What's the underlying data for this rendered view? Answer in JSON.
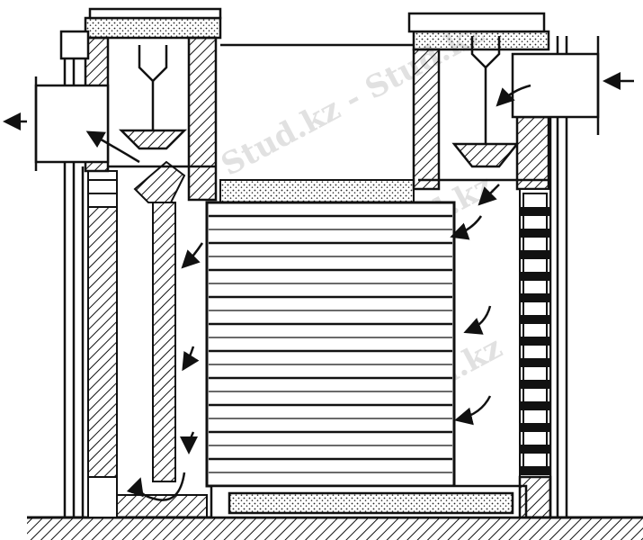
{
  "figure": {
    "title": "Furnace cross-section with fans and air ducts",
    "watermark": "Stud.kz - Stud.kz",
    "watermark_short": "Stud.kz",
    "colors": {
      "ink": "#111111",
      "paper": "#ffffff",
      "watermark": "#c8c8c8"
    }
  }
}
